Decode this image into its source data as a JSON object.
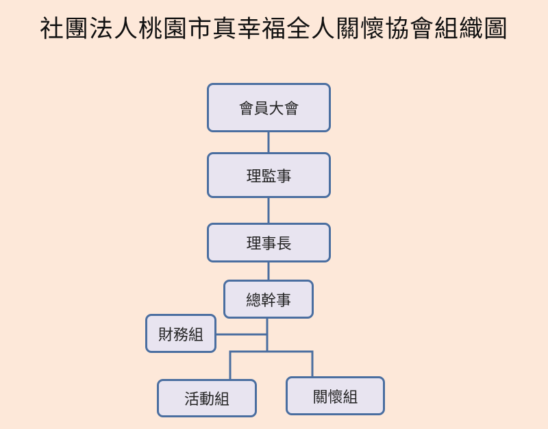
{
  "title": "社團法人桃園市真幸福全人關懷協會組織圖",
  "colors": {
    "background": "#fde8d9",
    "node_fill": "#e8e4f0",
    "node_border": "#4a6ea0",
    "connector": "#4a6ea0"
  },
  "nodes": {
    "general_assembly": "會員大會",
    "board": "理監事",
    "chairman": "理事長",
    "secretary_general": "總幹事",
    "finance": "財務組",
    "activities": "活動組",
    "care": "關懷組"
  }
}
